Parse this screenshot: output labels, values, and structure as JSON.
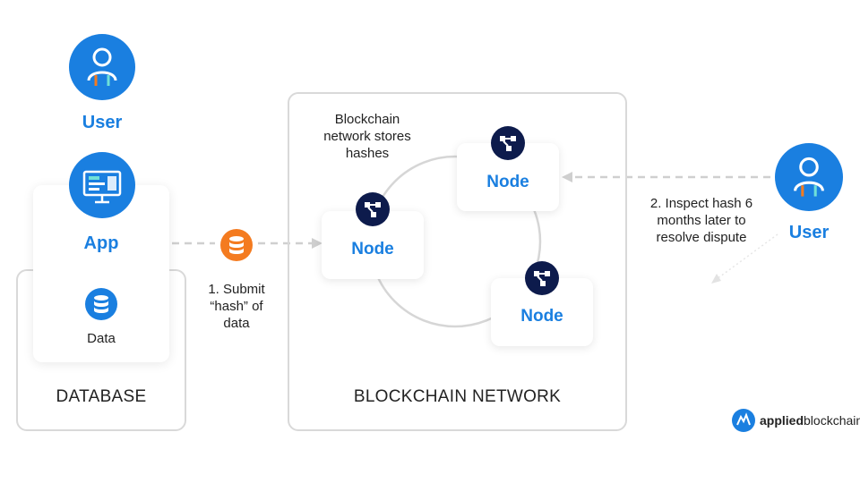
{
  "labels": {
    "user_left": "User",
    "app": "App",
    "data": "Data",
    "database": "DATABASE",
    "blockchain_network": "BLOCKCHAIN NETWORK",
    "node_1": "Node",
    "node_2": "Node",
    "node_3": "Node",
    "user_right": "User",
    "network_caption_line1": "Blockchain",
    "network_caption_line2": "network stores",
    "network_caption_line3": "hashes",
    "submit_line1": "1. Submit",
    "submit_line2": "“hash” of",
    "submit_line3": "data",
    "inspect_line1": "2. Inspect hash 6",
    "inspect_line2": "months later to",
    "inspect_line3": "resolve dispute",
    "logo_applied": "applied",
    "logo_blockchain": "blockchain"
  },
  "colors": {
    "accent_blue": "#1a7fe0",
    "navy": "#0d1b4c",
    "orange": "#f47b20",
    "outline_gray": "#d9d9d9",
    "dash_gray": "#cfcfcf"
  },
  "icons": {
    "user": "user-avatar-icon",
    "app": "desktop-app-icon",
    "database": "database-icon",
    "node": "network-node-icon",
    "hash": "hash-database-icon",
    "logo": "applied-blockchain-logo"
  }
}
